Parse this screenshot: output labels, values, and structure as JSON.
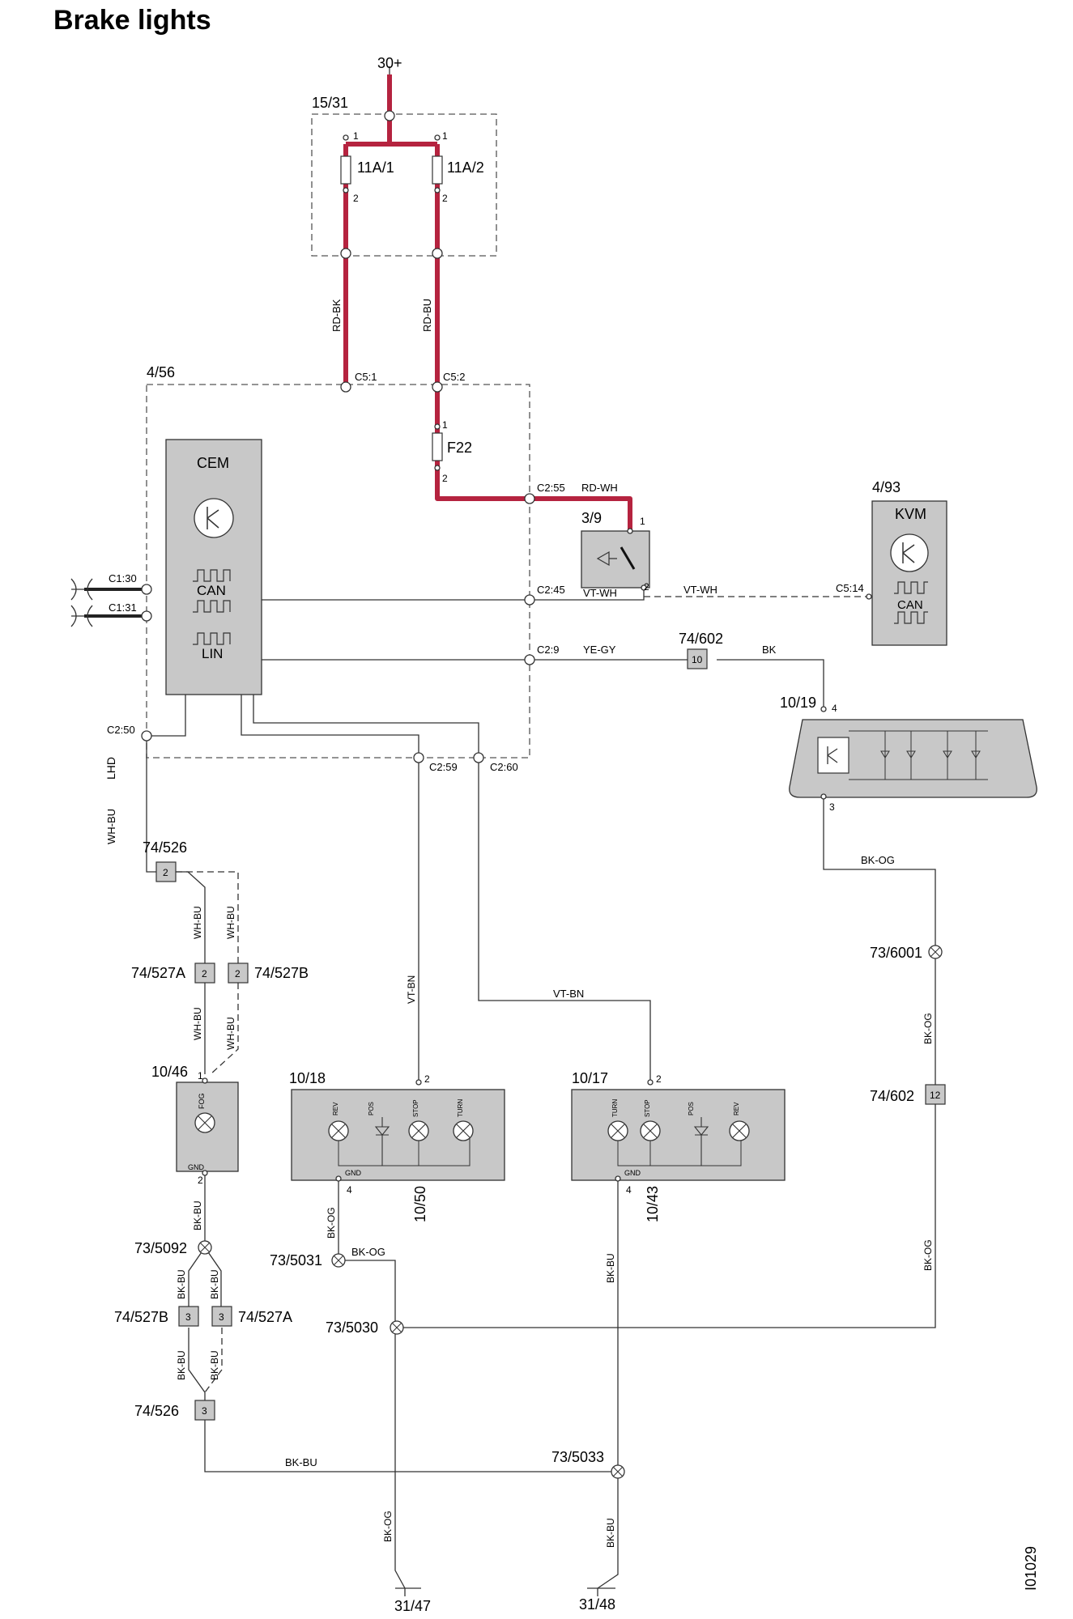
{
  "title": "Brake lights",
  "doc_id": "I01029",
  "supply": "30+",
  "fuse_box": {
    "id": "15/31",
    "fuse1": "11A/1",
    "fuse2": "11A/2"
  },
  "wires": {
    "rd_bk": "RD-BK",
    "rd_bu": "RD-BU",
    "rd_wh": "RD-WH",
    "vt_wh": "VT-WH",
    "ye_gy": "YE-GY",
    "bk": "BK",
    "wh_bu": "WH-BU",
    "vt_bn": "VT-BN",
    "bk_og": "BK-OG",
    "bk_bu": "BK-BU"
  },
  "cem_module": {
    "id": "4/56",
    "name": "CEM",
    "can": "CAN",
    "lin": "LIN",
    "fuse": "F22"
  },
  "connectors": {
    "c5_1": "C5:1",
    "c5_2": "C5:2",
    "c2_55": "C2:55",
    "c2_45": "C2:45",
    "c2_9": "C2:9",
    "c1_30": "C1:30",
    "c1_31": "C1:31",
    "c2_50": "C2:50",
    "c2_59": "C2:59",
    "c2_60": "C2:60",
    "c5_14": "C5:14"
  },
  "lhd": "LHD",
  "switch": {
    "id": "3/9"
  },
  "kvm": {
    "id": "4/93",
    "name": "KVM",
    "can": "CAN"
  },
  "joints": {
    "j74_602_a": "74/602",
    "j74_602_a_pin": "10",
    "j74_602_b": "74/602",
    "j74_602_b_pin": "12",
    "j74_526_a": "74/526",
    "j74_526_a_pin": "2",
    "j74_527a_a": "74/527A",
    "j74_527a_a_pin": "2",
    "j74_527b_a": "74/527B",
    "j74_527b_a_pin": "2",
    "j74_527b_b": "74/527B",
    "j74_527b_b_pin": "3",
    "j74_527a_b": "74/527A",
    "j74_527a_b_pin": "3",
    "j74_526_b": "74/526",
    "j74_526_b_pin": "3"
  },
  "high_stop": {
    "id": "10/19",
    "pin_top": "4",
    "pin_bottom": "3"
  },
  "fog": {
    "id": "10/46",
    "fn": "FOG",
    "gnd": "GND",
    "pin_top": "1",
    "pin_bottom": "2"
  },
  "lamp_left": {
    "id": "10/18",
    "ref": "10/50",
    "rev": "REV",
    "pos": "POS",
    "stop": "STOP",
    "turn": "TURN",
    "gnd": "GND",
    "pin_top": "2",
    "pin_bottom": "4"
  },
  "lamp_right": {
    "id": "10/17",
    "ref": "10/43",
    "turn": "TURN",
    "stop": "STOP",
    "pos": "POS",
    "rev": "REV",
    "gnd": "GND",
    "pin_top": "2",
    "pin_bottom": "4"
  },
  "grounds": {
    "g73_6001": "73/6001",
    "g73_5092": "73/5092",
    "g73_5031": "73/5031",
    "g73_5030": "73/5030",
    "g73_5033": "73/5033",
    "g31_47": "31/47",
    "g31_48": "31/48"
  },
  "pin_labels": {
    "one": "1",
    "two": "2"
  }
}
